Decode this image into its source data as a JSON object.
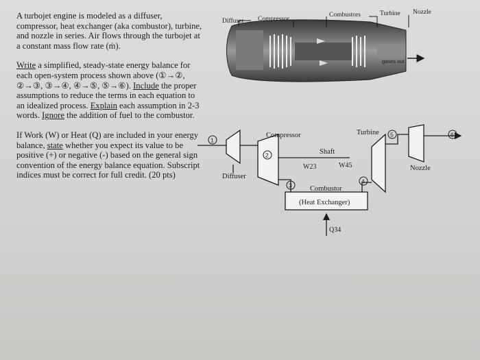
{
  "problem": {
    "para1": "A turbojet engine is modeled as a diffuser, compressor, heat exchanger (aka combustor), turbine, and nozzle in series. Air flows through the turbojet at a constant mass flow rate (ṁ).",
    "para2": {
      "write": "Write",
      "a": " a simplified, steady-state energy balance for each open-system process shown above (①→②, ②→③, ③→④, ④→⑤, ⑤→⑥). ",
      "include": "Include",
      "b": " the proper assumptions to reduce the terms in each equation to an idealized process. ",
      "explain": "Explain",
      "c": " each assumption in 2-3 words. ",
      "ignore": "Ignore",
      "d": " the addition of fuel to the combustor."
    },
    "para3": {
      "a": "If Work (W) or Heat (Q) are included in your energy balance, ",
      "state": "state",
      "b": " whether you expect its value to be positive (+) or negative (-) based on the general sign convention of the energy balance equation. Subscript indices must be correct for full credit. (20 pts)"
    }
  },
  "engine_image": {
    "labels": {
      "diffuser": "Diffuser",
      "compressor": "Compressor",
      "combustors": "Combustors",
      "turbine": "Turbine",
      "nozzle": "Nozzle"
    },
    "gases_out": "gases out"
  },
  "schematic": {
    "compressor": "Compressor",
    "turbine": "Turbine",
    "shaft": "Shaft",
    "w23": "W23",
    "w45": "W45",
    "diffuser": "Diffuser",
    "nozzle": "Nozzle",
    "combustor": "Combustor",
    "heat_exchanger": "(Heat Exchanger)",
    "q34": "Q34",
    "states": [
      "1",
      "2",
      "3",
      "4",
      "5",
      "6"
    ]
  }
}
